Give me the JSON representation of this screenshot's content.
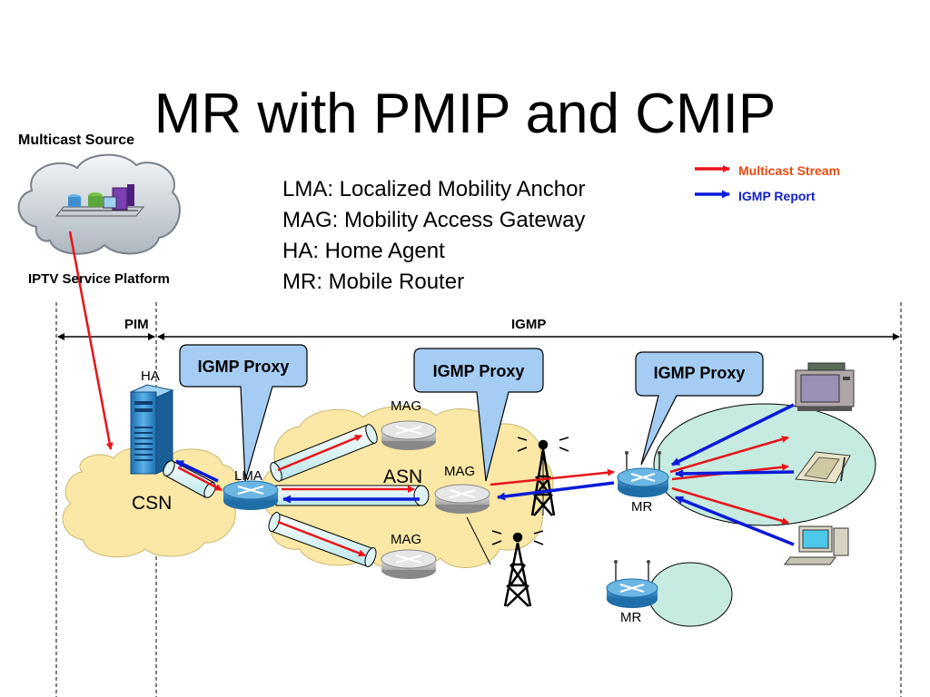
{
  "title": "MR with PMIP and CMIP",
  "definitions": [
    "LMA: Localized Mobility Anchor",
    "MAG: Mobility Access Gateway",
    "HA: Home Agent",
    "MR: Mobile Router"
  ],
  "legend": {
    "multicast_stream": "Multicast Stream",
    "igmp_report": "IGMP Report",
    "multicast_color": "#e8141a",
    "igmp_color": "#0a1ad8",
    "multicast_text_color": "#e84a10",
    "igmp_text_color": "#1020c8"
  },
  "source": {
    "label": "Multicast Source",
    "platform": "IPTV Service Platform"
  },
  "domains": {
    "pim": "PIM",
    "igmp": "IGMP"
  },
  "callouts": [
    "IGMP Proxy",
    "IGMP Proxy",
    "IGMP Proxy"
  ],
  "nodes": {
    "ha": "HA",
    "csn": "CSN",
    "lma": "LMA",
    "asn": "ASN",
    "mag_top": "MAG",
    "mag_mid": "MAG",
    "mag_bottom": "MAG",
    "mr_main": "MR",
    "mr_second": "MR"
  }
}
